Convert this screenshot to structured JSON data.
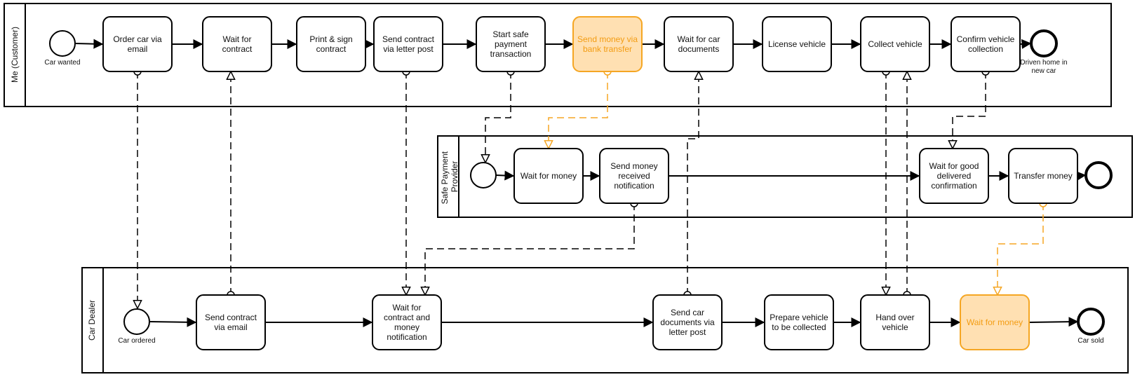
{
  "pools": [
    {
      "id": "customer",
      "label": "Me (Customer)"
    },
    {
      "id": "provider",
      "label": "Safe Payment Provider"
    },
    {
      "id": "dealer",
      "label": "Car Dealer"
    }
  ],
  "events": [
    {
      "id": "e_car_wanted",
      "kind": "start",
      "label": "Car wanted"
    },
    {
      "id": "e_driven_home",
      "kind": "end",
      "label": "Driven home in new car"
    },
    {
      "id": "e_provider_start",
      "kind": "start",
      "label": ""
    },
    {
      "id": "e_provider_end",
      "kind": "end",
      "label": ""
    },
    {
      "id": "e_car_ordered",
      "kind": "start",
      "label": "Car ordered"
    },
    {
      "id": "e_car_sold",
      "kind": "end",
      "label": "Car sold"
    }
  ],
  "tasks": [
    {
      "id": "t_order_car",
      "label": "Order car via email",
      "highlighted": false
    },
    {
      "id": "t_wait_contract",
      "label": "Wait for contract",
      "highlighted": false
    },
    {
      "id": "t_print_sign",
      "label": "Print & sign contract",
      "highlighted": false
    },
    {
      "id": "t_send_contract_post",
      "label": "Send contract via letter post",
      "highlighted": false
    },
    {
      "id": "t_start_safe_payment",
      "label": "Start safe payment transaction",
      "highlighted": false
    },
    {
      "id": "t_send_money_bank",
      "label": "Send money via bank transfer",
      "highlighted": true
    },
    {
      "id": "t_wait_car_docs",
      "label": "Wait for car documents",
      "highlighted": false
    },
    {
      "id": "t_license_vehicle",
      "label": "License vehicle",
      "highlighted": false
    },
    {
      "id": "t_collect_vehicle",
      "label": "Collect vehicle",
      "highlighted": false
    },
    {
      "id": "t_confirm_collection",
      "label": "Confirm vehicle collection",
      "highlighted": false
    },
    {
      "id": "t_wait_money_provider",
      "label": "Wait for money",
      "highlighted": false
    },
    {
      "id": "t_send_money_received",
      "label": "Send money received notification",
      "highlighted": false
    },
    {
      "id": "t_wait_good_delivered",
      "label": "Wait for good delivered confirmation",
      "highlighted": false
    },
    {
      "id": "t_transfer_money",
      "label": "Transfer money",
      "highlighted": false
    },
    {
      "id": "t_send_contract_email",
      "label": "Send contract via email",
      "highlighted": false
    },
    {
      "id": "t_wait_contract_money",
      "label": "Wait for contract and money notification",
      "highlighted": false
    },
    {
      "id": "t_send_car_docs",
      "label": "Send car documents via letter post",
      "highlighted": false
    },
    {
      "id": "t_prepare_vehicle",
      "label": "Prepare vehicle to be collected",
      "highlighted": false
    },
    {
      "id": "t_hand_over",
      "label": "Hand over vehicle",
      "highlighted": false
    },
    {
      "id": "t_wait_money_dealer",
      "label": "Wait for money",
      "highlighted": true
    }
  ],
  "sequence_flows": [
    [
      "e_car_wanted",
      "t_order_car"
    ],
    [
      "t_order_car",
      "t_wait_contract"
    ],
    [
      "t_wait_contract",
      "t_print_sign"
    ],
    [
      "t_print_sign",
      "t_send_contract_post"
    ],
    [
      "t_send_contract_post",
      "t_start_safe_payment"
    ],
    [
      "t_start_safe_payment",
      "t_send_money_bank"
    ],
    [
      "t_send_money_bank",
      "t_wait_car_docs"
    ],
    [
      "t_wait_car_docs",
      "t_license_vehicle"
    ],
    [
      "t_license_vehicle",
      "t_collect_vehicle"
    ],
    [
      "t_collect_vehicle",
      "t_confirm_collection"
    ],
    [
      "t_confirm_collection",
      "e_driven_home"
    ],
    [
      "e_provider_start",
      "t_wait_money_provider"
    ],
    [
      "t_wait_money_provider",
      "t_send_money_received"
    ],
    [
      "t_send_money_received",
      "t_wait_good_delivered"
    ],
    [
      "t_wait_good_delivered",
      "t_transfer_money"
    ],
    [
      "t_transfer_money",
      "e_provider_end"
    ],
    [
      "e_car_ordered",
      "t_send_contract_email"
    ],
    [
      "t_send_contract_email",
      "t_wait_contract_money"
    ],
    [
      "t_wait_contract_money",
      "t_send_car_docs"
    ],
    [
      "t_send_car_docs",
      "t_prepare_vehicle"
    ],
    [
      "t_prepare_vehicle",
      "t_hand_over"
    ],
    [
      "t_hand_over",
      "t_wait_money_dealer"
    ],
    [
      "t_wait_money_dealer",
      "e_car_sold"
    ]
  ],
  "message_flows": [
    {
      "from": "t_order_car",
      "to": "e_car_ordered",
      "highlighted": false
    },
    {
      "from": "t_send_contract_email",
      "to": "t_wait_contract",
      "highlighted": false
    },
    {
      "from": "t_send_contract_post",
      "to": "t_wait_contract_money",
      "highlighted": false
    },
    {
      "from": "t_start_safe_payment",
      "to": "e_provider_start",
      "highlighted": false
    },
    {
      "from": "t_send_money_bank",
      "to": "t_wait_money_provider",
      "highlighted": true
    },
    {
      "from": "t_send_money_received",
      "to": "t_wait_contract_money",
      "highlighted": false
    },
    {
      "from": "t_send_car_docs",
      "to": "t_wait_car_docs",
      "highlighted": false
    },
    {
      "from": "t_collect_vehicle",
      "to": "t_hand_over",
      "highlighted": false
    },
    {
      "from": "t_hand_over",
      "to": "t_collect_vehicle",
      "highlighted": false
    },
    {
      "from": "t_confirm_collection",
      "to": "t_wait_good_delivered",
      "highlighted": false
    },
    {
      "from": "t_transfer_money",
      "to": "t_wait_money_dealer",
      "highlighted": true
    }
  ],
  "colors": {
    "line": "#000000",
    "highlight_stroke": "#f5a623",
    "highlight_fill": "#ffe0b2",
    "highlight_text": "#f39c12"
  }
}
